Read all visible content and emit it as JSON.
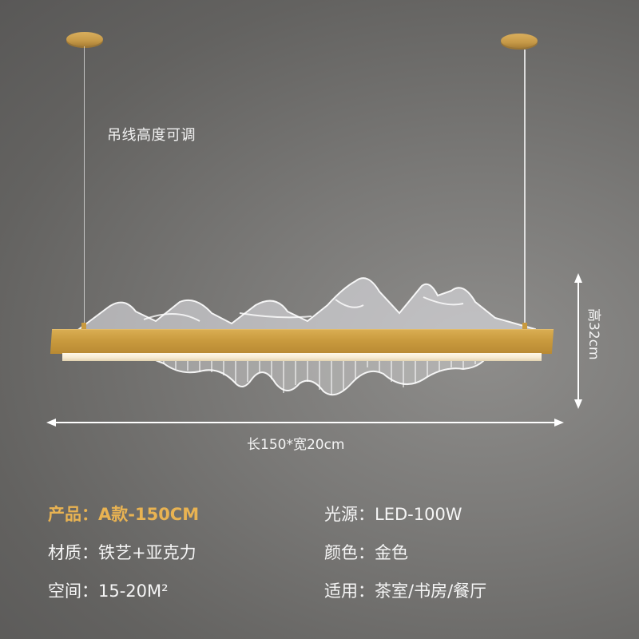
{
  "image": {
    "subject": "linear pendant lamp product detail",
    "colors": {
      "background": "#6e6d6b",
      "gold_frame": "#c99a3e",
      "highlight_text": "#e9b352",
      "text": "#f5f5f5",
      "diffuser": "#f8eed8"
    }
  },
  "annotations": {
    "cable_note": "吊线高度可调",
    "width_dimension": "长150*宽20cm",
    "height_dimension": "高32cm"
  },
  "specs": {
    "left": [
      {
        "label": "产品：",
        "value": "A款-150CM",
        "highlight": true
      },
      {
        "label": "材质：",
        "value": "铁艺+亚克力",
        "highlight": false
      },
      {
        "label": "空间：",
        "value": "15-20M²",
        "highlight": false
      }
    ],
    "right": [
      {
        "label": "光源：",
        "value": "LED-100W",
        "highlight": false
      },
      {
        "label": "颜色：",
        "value": "金色",
        "highlight": false
      },
      {
        "label": "适用：",
        "value": "茶室/书房/餐厅",
        "highlight": false
      }
    ]
  }
}
